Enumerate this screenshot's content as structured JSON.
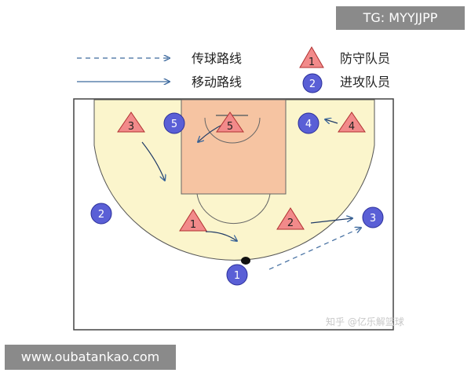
{
  "legend": {
    "pass_route": "传球路线",
    "move_route": "移动路线",
    "defender": "防守队员",
    "attacker": "进攻队员",
    "defender_sample": "1",
    "attacker_sample": "2"
  },
  "defenders": [
    {
      "id": "defender-1",
      "number": "1"
    },
    {
      "id": "defender-2",
      "number": "2"
    },
    {
      "id": "defender-3",
      "number": "3"
    },
    {
      "id": "defender-4",
      "number": "4"
    },
    {
      "id": "defender-5",
      "number": "5"
    }
  ],
  "attackers": [
    {
      "id": "attacker-1",
      "number": "1"
    },
    {
      "id": "attacker-2",
      "number": "2"
    },
    {
      "id": "attacker-3",
      "number": "3"
    },
    {
      "id": "attacker-4",
      "number": "4"
    },
    {
      "id": "attacker-5",
      "number": "5"
    }
  ],
  "watermarks": {
    "top": "TG: MYYJJPP",
    "bottom": "www.oubatankao.com",
    "zhihu": "知乎 @亿乐解篮球"
  },
  "colors": {
    "court_zone": "#fbf5cc",
    "paint": "#f6c4a2",
    "defender_fill": "#f28a8a",
    "attacker_fill": "#5a5fd6",
    "route_line": "#3e6a9e"
  }
}
